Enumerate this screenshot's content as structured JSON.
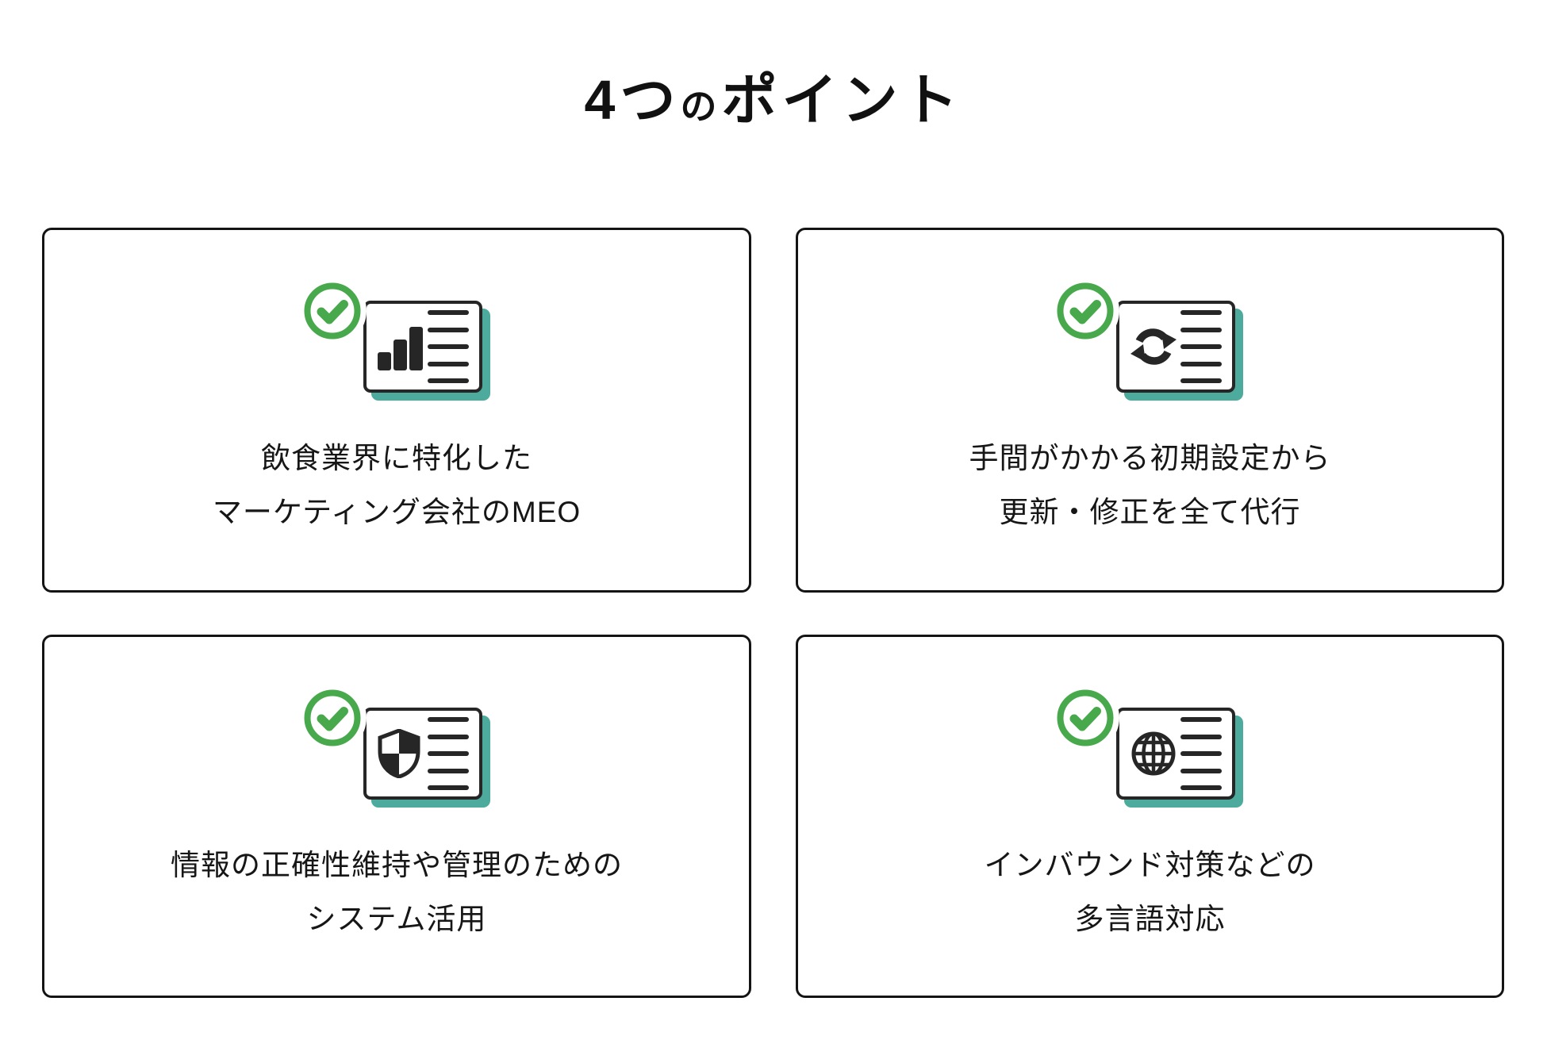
{
  "title": {
    "lead": "4つ",
    "particle": "の",
    "rest": "ポイント"
  },
  "colors": {
    "accent_green": "#47a94c",
    "shadow_teal": "#4dab9e",
    "ink": "#262626",
    "card_border": "#141414"
  },
  "cards": [
    {
      "icon": "bar-chart-document-with-check-icon",
      "lines": [
        "飲食業界に特化した",
        "マーケティング会社のMEO"
      ]
    },
    {
      "icon": "sync-document-with-check-icon",
      "lines": [
        "手間がかかる初期設定から",
        "更新・修正を全て代行"
      ]
    },
    {
      "icon": "shield-document-with-check-icon",
      "lines": [
        "情報の正確性維持や管理のための",
        "システム活用"
      ]
    },
    {
      "icon": "globe-document-with-check-icon",
      "lines": [
        "インバウンド対策などの",
        "多言語対応"
      ]
    }
  ]
}
